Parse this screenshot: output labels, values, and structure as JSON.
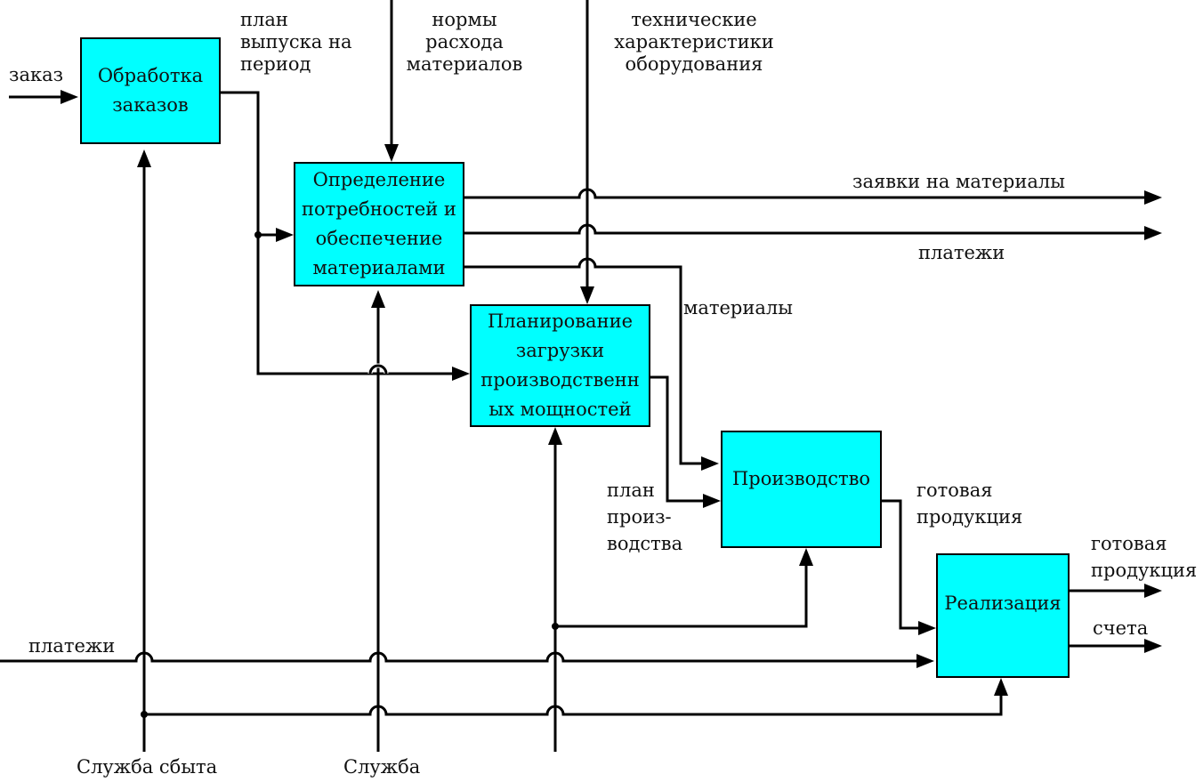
{
  "colors": {
    "box_fill": "#00ffff",
    "line": "#000000"
  },
  "blocks": {
    "order_processing": "Обработка\nзаказов",
    "materials": "Определение\nпотребностей и\nобеспечение\nматериалами",
    "capacity_planning": "Планирование\nзагрузки\nпроизводственн\nых мощностей",
    "production": "Производство",
    "sales": "Реализация"
  },
  "labels": {
    "order": "заказ",
    "release_plan": "план\nвыпуска на\nпериод",
    "consumption_norms": "нормы\nрасхода\nматериалов",
    "equipment_specs": "технические\nхарактеристики\nоборудования",
    "material_requests": "заявки на материалы",
    "payments_out": "платежи",
    "materials": "материалы",
    "production_plan": "план\nпроиз-\nводства",
    "finished_goods_mid": "готовая\nпродукция",
    "finished_goods_out": "готовая\nпродукция",
    "invoices": "счета",
    "payments_in": "платежи",
    "sales_service": "Служба сбыта",
    "service": "Служба"
  }
}
